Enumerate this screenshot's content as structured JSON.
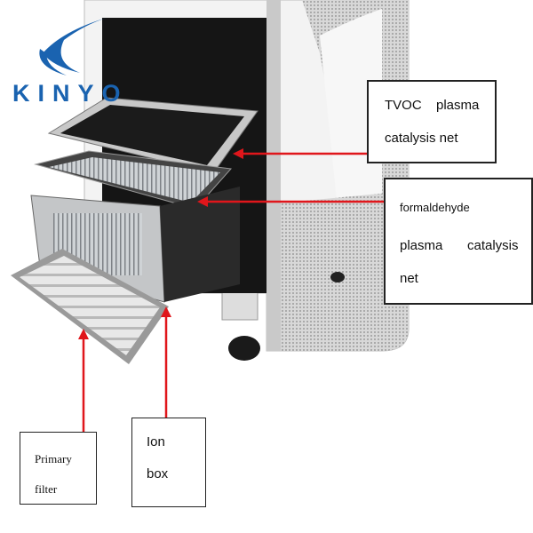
{
  "logo": {
    "text": "KINYO",
    "color": "#1a63b0"
  },
  "labels": {
    "tvoc": {
      "line1a": "TVOC",
      "line1b": "plasma",
      "line2": "catalysis net"
    },
    "formaldehyde": {
      "line1": "formaldehyde",
      "line2a": "plasma",
      "line2b": "catalysis",
      "line3": "net"
    },
    "ion_box": {
      "line1": "Ion",
      "line2": "box"
    },
    "primary_filter": {
      "line1": "Primary",
      "line2": "filter"
    }
  },
  "colors": {
    "arrow": "#e0161b",
    "cabinet": "#f2f2f2",
    "interior": "#151515"
  }
}
